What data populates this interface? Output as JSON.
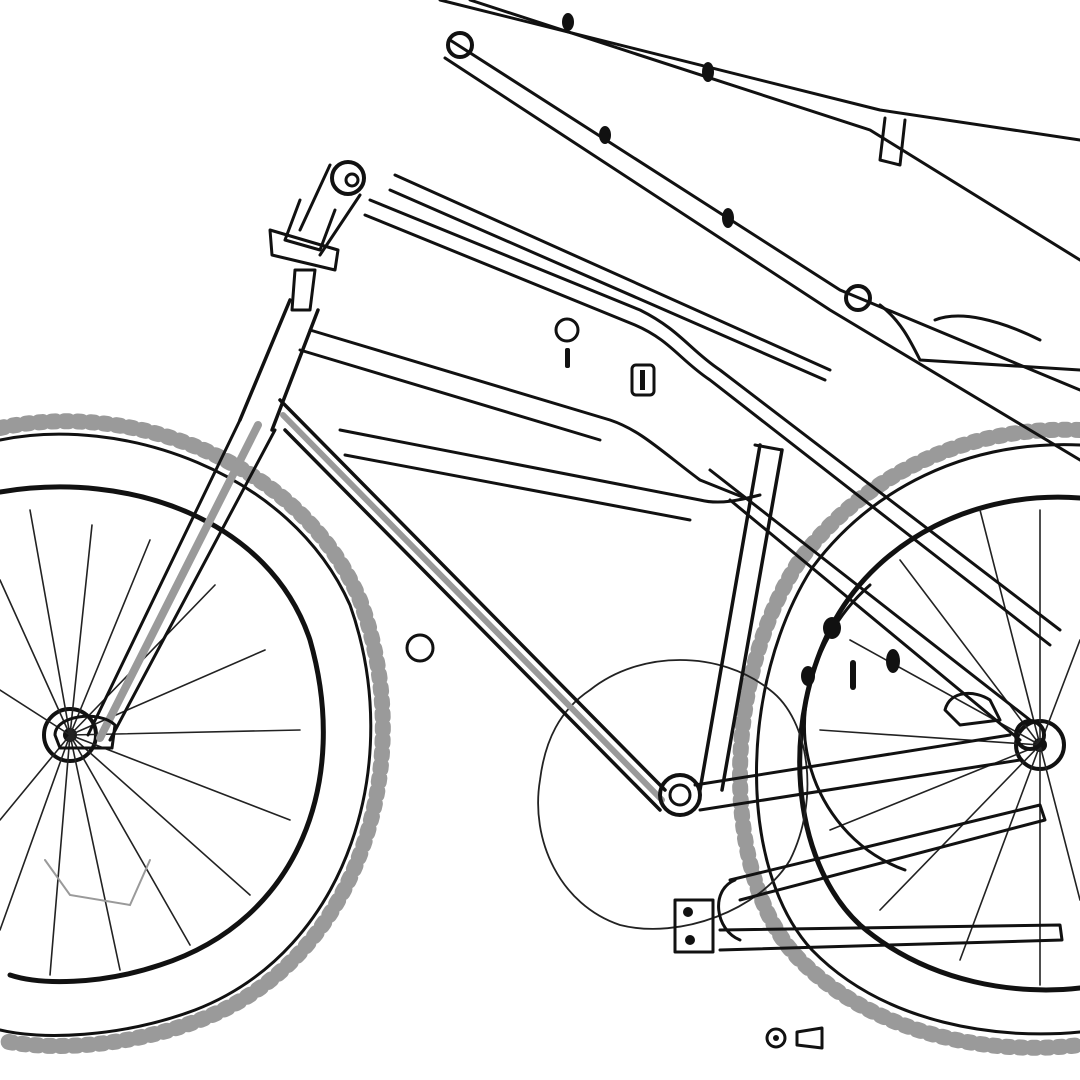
{
  "image": {
    "description_kind": "line-art sketch",
    "palette": {
      "ink": "#111111",
      "paper": "#ffffff",
      "shadow": "#9a9a9a"
    },
    "parts": [
      "front-wheel",
      "rear-wheel",
      "chainring",
      "frame",
      "fork",
      "handlebar-stem",
      "rear-rack",
      "kickstand",
      "small-fasteners"
    ]
  }
}
